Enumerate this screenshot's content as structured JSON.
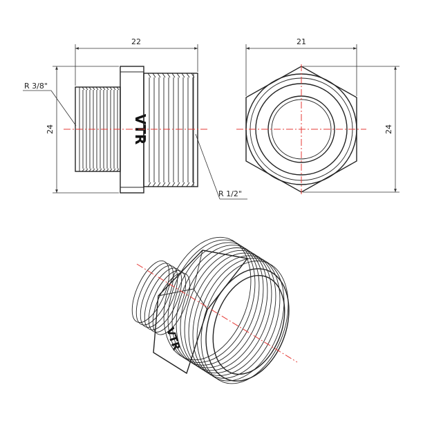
{
  "drawing": {
    "dimensions": {
      "length": "22",
      "height_side": "24",
      "across_flats": "21",
      "height_front": "24"
    },
    "thread_labels": {
      "small": "R 3/8\"",
      "large": "R 1/2\""
    },
    "brand": {
      "side": "VTR",
      "iso": "VTR"
    },
    "colors": {
      "outline": "#222222",
      "centerline": "#e53935"
    }
  }
}
